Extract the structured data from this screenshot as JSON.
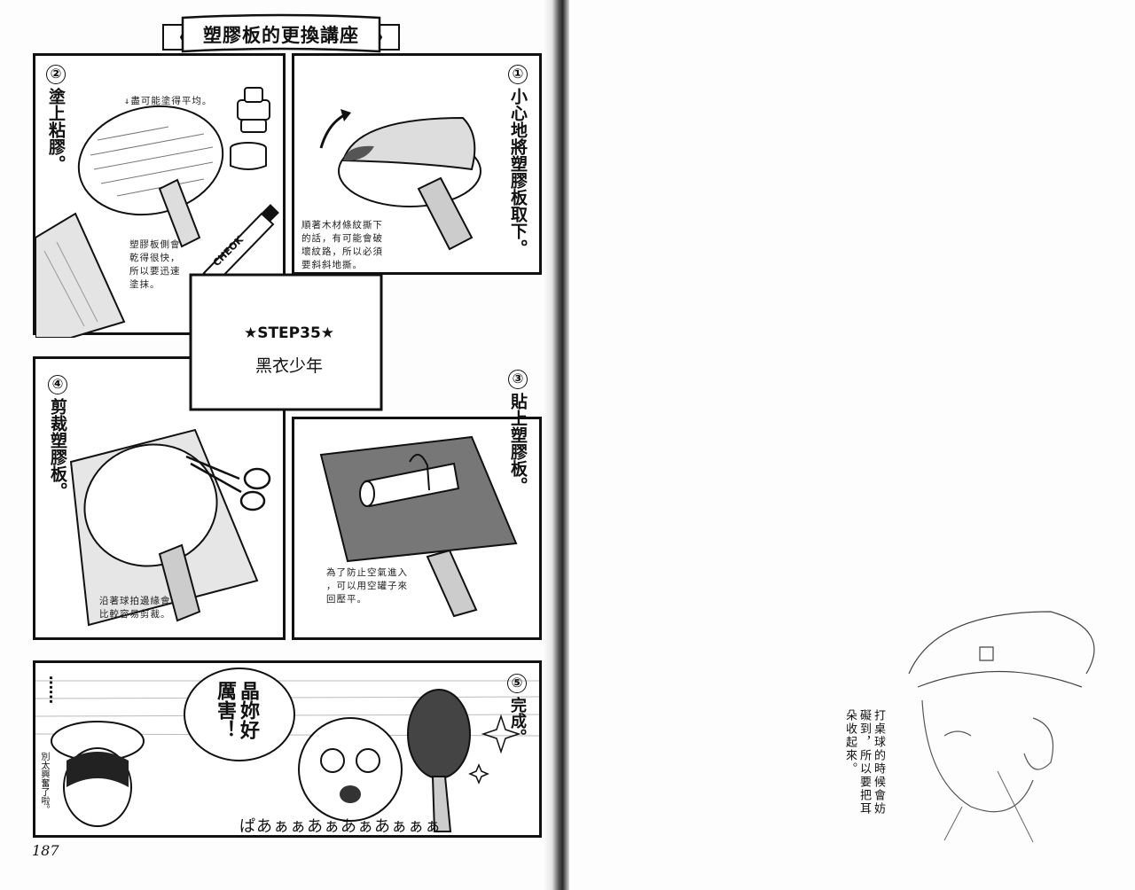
{
  "page": {
    "banner_title": "塑膠板的更換講座",
    "page_number": "187",
    "colors": {
      "ink": "#111111",
      "paper": "#fdfdfd"
    }
  },
  "center": {
    "step": "STEP35",
    "chapter_title": "黑衣少年"
  },
  "panels": {
    "step1": {
      "number": "①",
      "instruction": "小心地將塑膠板取下。",
      "note": [
        "順著木材條紋撕下",
        "的話，有可能會破",
        "壞紋路，所以必須",
        "要斜斜地撕。"
      ]
    },
    "step2": {
      "number": "②",
      "instruction": "塗上粘膠。",
      "note_top": "↓盡可能塗得平均。",
      "note": [
        "塑膠板側會",
        "乾得很快，",
        "所以要迅速",
        "塗抹。"
      ],
      "tube_label": "CHEOK"
    },
    "step3": {
      "number": "③",
      "instruction": "貼上塑膠板。",
      "note": [
        "為了防止空氣進入",
        "，可以用空罐子來",
        "回壓平。"
      ]
    },
    "step4": {
      "number": "④",
      "instruction": "剪裁塑膠板。",
      "note": [
        "沿著球拍邊緣會",
        "比較容易剪裁。"
      ]
    },
    "step5": {
      "number": "⑤",
      "instruction": "完成。",
      "bubble": [
        "晶妳好",
        "厲害！"
      ],
      "sfx": "ぱあぁぁあぁあぁあぁぁぁ",
      "left_side": "……",
      "left_note": "別太興奮了啦。"
    }
  },
  "right_page": {
    "caption": [
      "打桌球的時候會妨",
      "礙到，所以要把耳",
      "朵收起來。"
    ]
  }
}
